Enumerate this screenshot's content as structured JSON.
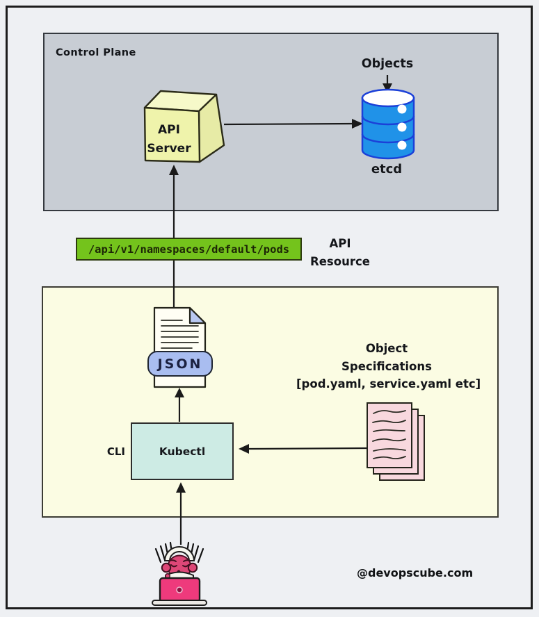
{
  "colors": {
    "page_bg": "#eef0f3",
    "frame_border": "#1c1c1c",
    "control_plane_bg": "#c8cdd4",
    "workspace_bg": "#fbfce3",
    "api_path_bg": "#74c31c",
    "api_path_border": "#2c3a0e",
    "cube_yellow": "#eff3ab",
    "cube_yellow_top": "#f6f9c9",
    "cube_yellow_side": "#e7eba6",
    "etcd_blue": "#2092e8",
    "etcd_border": "#1b40d8",
    "kubectl_bg": "#cdebe4",
    "json_badge_bg": "#a9bdf0",
    "doc_fold": "#b9c8f2",
    "paper_pink": "#f8d8de",
    "person_pink": "#dd4777",
    "laptop_pink": "#ee3a7c"
  },
  "control_plane": {
    "title": "Control Plane"
  },
  "api_server": {
    "line1": "API",
    "line2": "Server"
  },
  "etcd": {
    "objects_label": "Objects",
    "label": "etcd"
  },
  "api_resource": {
    "path": "/api/v1/namespaces/default/pods",
    "caption_line1": "API",
    "caption_line2": "Resource"
  },
  "json_doc": {
    "badge": "JSON"
  },
  "cli": {
    "label": "CLI",
    "kubectl": "Kubectl"
  },
  "object_specs": {
    "line1": "Object",
    "line2": "Specifications",
    "line3": "[pod.yaml, service.yaml etc]"
  },
  "footer": {
    "watermark": "@devopscube.com"
  },
  "icons": {
    "api_server": "cube-icon",
    "etcd": "database-icon",
    "json": "document-icon",
    "object_specs": "stacked-papers-icon",
    "user": "person-laptop-icon"
  }
}
